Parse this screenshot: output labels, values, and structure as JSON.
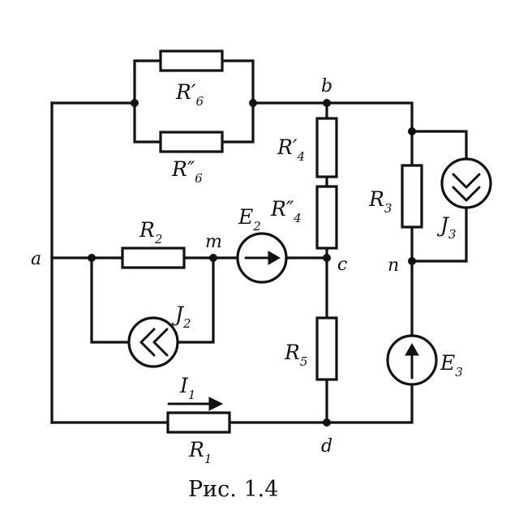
{
  "labels": {
    "r6a": "R′",
    "r6a_sub": "6",
    "r6b": "R″",
    "r6b_sub": "6",
    "r4a": "R′",
    "r4a_sub": "4",
    "r4b": "R″",
    "r4b_sub": "4",
    "r2": "R",
    "r2_sub": "2",
    "r3": "R",
    "r3_sub": "3",
    "r5": "R",
    "r5_sub": "5",
    "r1": "R",
    "r1_sub": "1",
    "e2": "E",
    "e2_sub": "2",
    "e3": "E",
    "e3_sub": "3",
    "j2": "J",
    "j2_sub": "2",
    "j3": "J",
    "j3_sub": "3",
    "i1": "I",
    "i1_sub": "1"
  },
  "nodes": {
    "a": "a",
    "b": "b",
    "c": "c",
    "d": "d",
    "m": "m",
    "n": "n"
  },
  "caption": "Рис. 1.4"
}
